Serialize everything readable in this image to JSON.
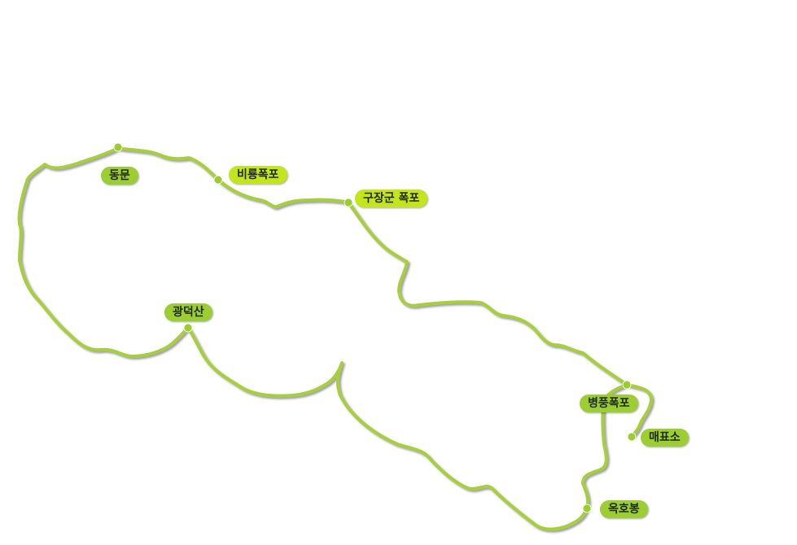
{
  "colors": {
    "trail": "#a6cf3b",
    "trail_shadow": "#6f6f6f",
    "marker": "#9ccd2e",
    "label_lime": "#c4e41b",
    "label_green": "#9ccd33"
  },
  "places": {
    "dongmun": "동문",
    "biryong_falls": "비룡폭포",
    "gujanggun_falls": "구장군 폭포",
    "gwangdeoksan": "광덕산",
    "byeongpung_falls": "병풍폭포",
    "ticket_office": "매표소",
    "okhobong": "옥호봉"
  }
}
